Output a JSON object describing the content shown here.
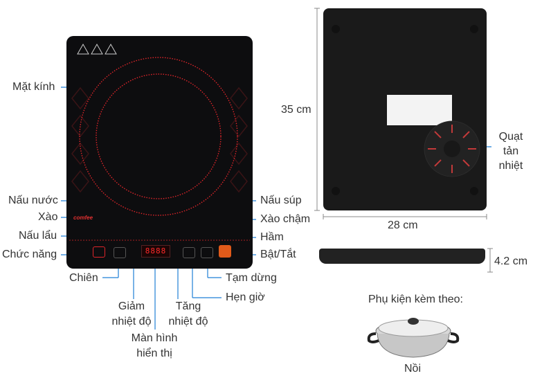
{
  "front": {
    "glass": "Mặt kính",
    "soup_water": "Nấu nước",
    "stir_fry": "Xào",
    "hotpot": "Nấu lẩu",
    "function": "Chức năng",
    "fry": "Chiên",
    "temp_down": [
      "Giảm",
      "nhiệt độ"
    ],
    "display": [
      "Màn hình",
      "hiển thị"
    ],
    "temp_up": [
      "Tăng",
      "nhiệt độ"
    ],
    "soup": "Nấu súp",
    "slow_stir": "Xào chậm",
    "stew": "Hầm",
    "power": "Bật/Tắt",
    "pause": "Tạm dừng",
    "timer": "Hẹn giờ",
    "display_value": "8888",
    "brand": "comfee"
  },
  "back": {
    "height": "35 cm",
    "width": "28 cm",
    "depth": "4.2 cm",
    "fan": [
      "Quạt",
      "tản",
      "nhiệt"
    ]
  },
  "accessory": {
    "title": "Phụ kiện kèm theo:",
    "pot": "Nồi"
  },
  "colors": {
    "accent": "#1f7fd6",
    "coil": "#e0252a",
    "glass": "#0d0d0f"
  }
}
